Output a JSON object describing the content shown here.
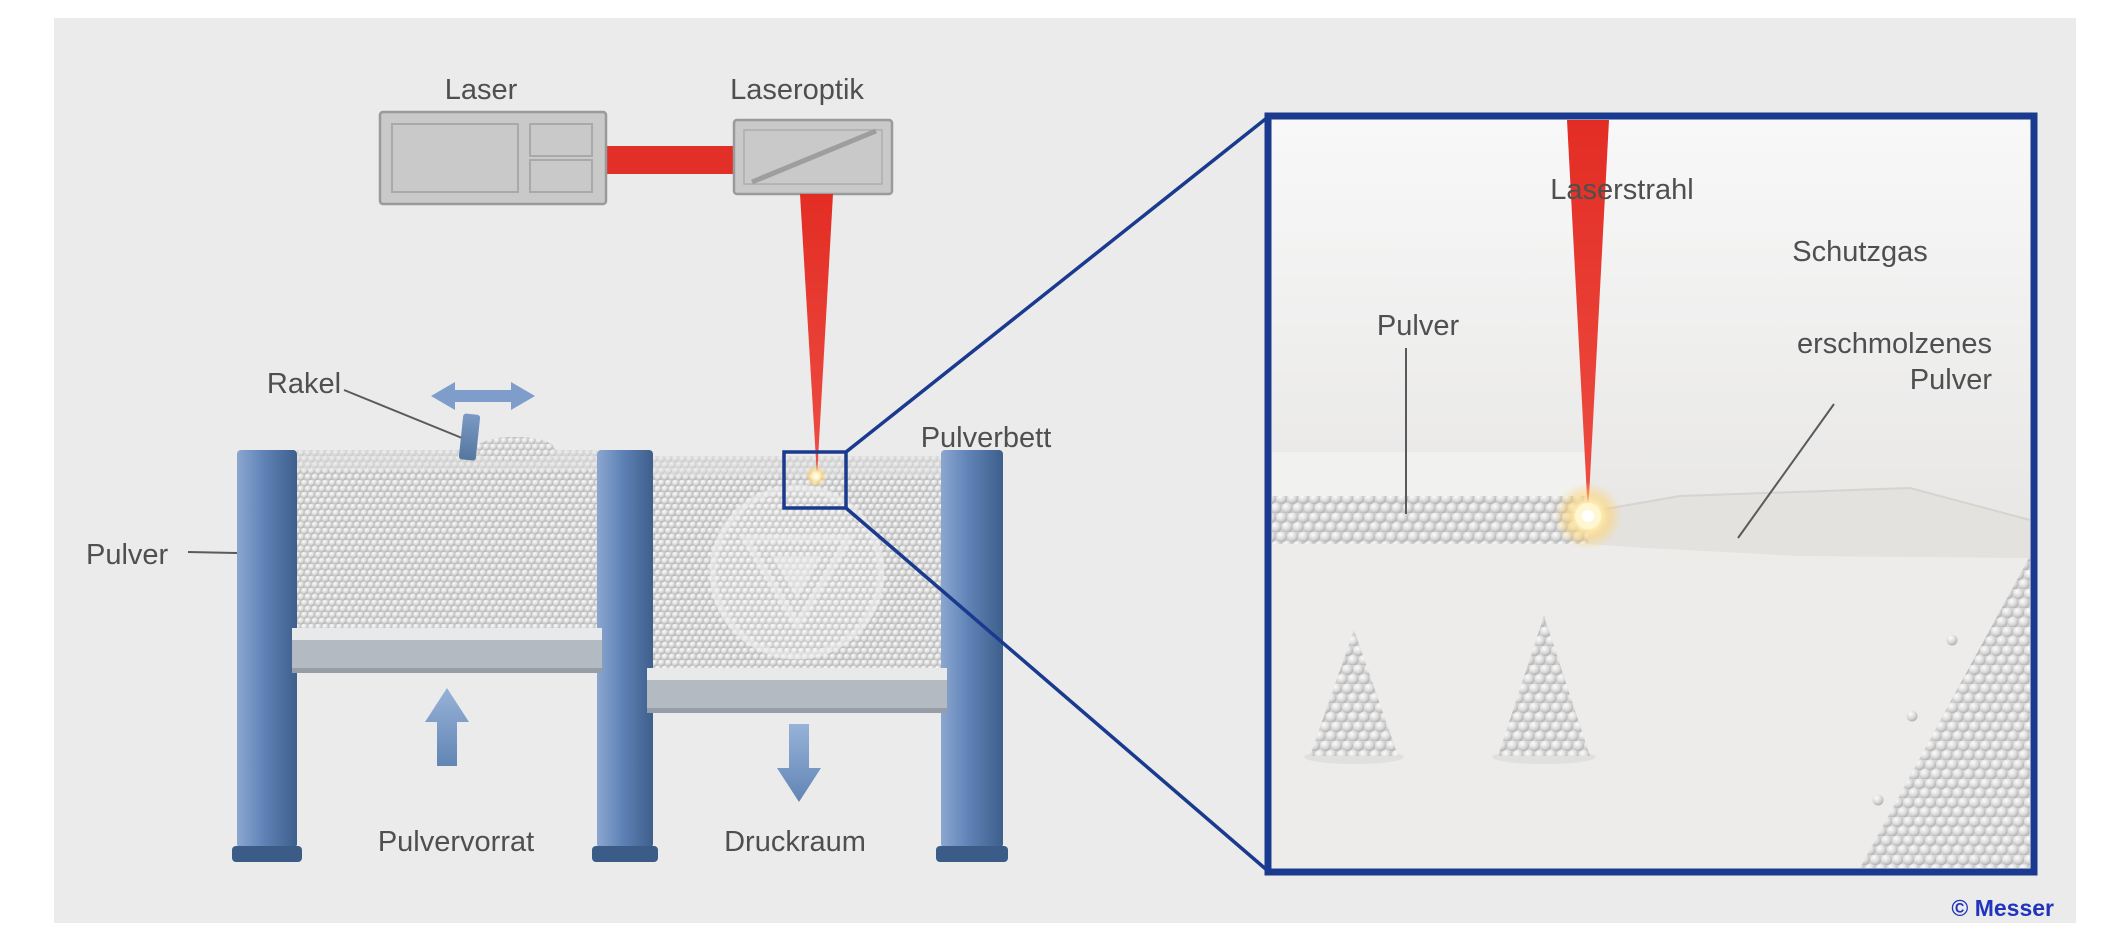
{
  "machine": {
    "laser_label": "Laser",
    "laseroptik_label": "Laseroptik",
    "rakel_label": "Rakel",
    "pulver_label": "Pulver",
    "pulverbett_label": "Pulverbett",
    "pulvervorrat_label": "Pulvervorrat",
    "druckraum_label": "Druckraum"
  },
  "inset": {
    "laserstrahl_label": "Laserstrahl",
    "schutzgas_label": "Schutzgas",
    "pulver_label": "Pulver",
    "erschmolzenes_line1": "erschmolzenes",
    "erschmolzenes_line2": "Pulver"
  },
  "credit_label": "© Messer",
  "colors": {
    "background": "#ebebeb",
    "structure_blue": "#5f82b6",
    "accent_navy": "#1a3a8f",
    "laser_red": "#e4362d",
    "machine_gray": "#c9c9c9",
    "label_text": "#4f4f4f",
    "credit_blue": "#2134bd"
  },
  "icons": {
    "recoater_direction_icon": "left-right-arrow",
    "powder_supply_icon": "up-arrow",
    "build_platform_icon": "down-arrow",
    "laser_beam_icon": "red-beam-cone",
    "zoom_callout_icon": "magnified-detail-box"
  }
}
